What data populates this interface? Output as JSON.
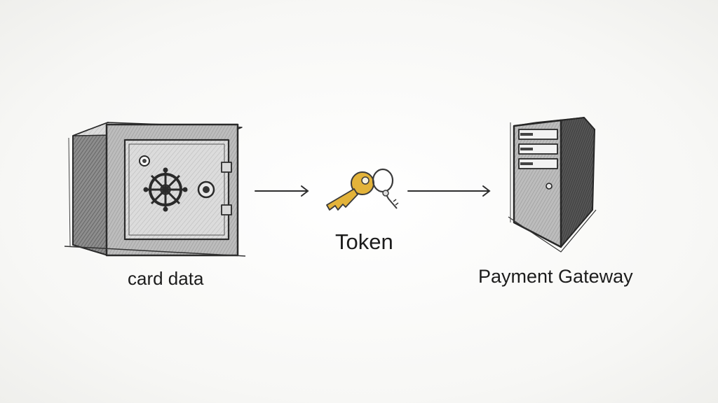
{
  "labels": {
    "card": "card data",
    "token": "Token",
    "gateway": "Payment Gateway"
  },
  "icons": {
    "safe": "safe-icon",
    "key": "key-icon",
    "server": "server-icon",
    "arrow": "arrow-right-icon"
  },
  "colors": {
    "ink": "#1c1c1c",
    "key_gold": "#e3b33a"
  }
}
